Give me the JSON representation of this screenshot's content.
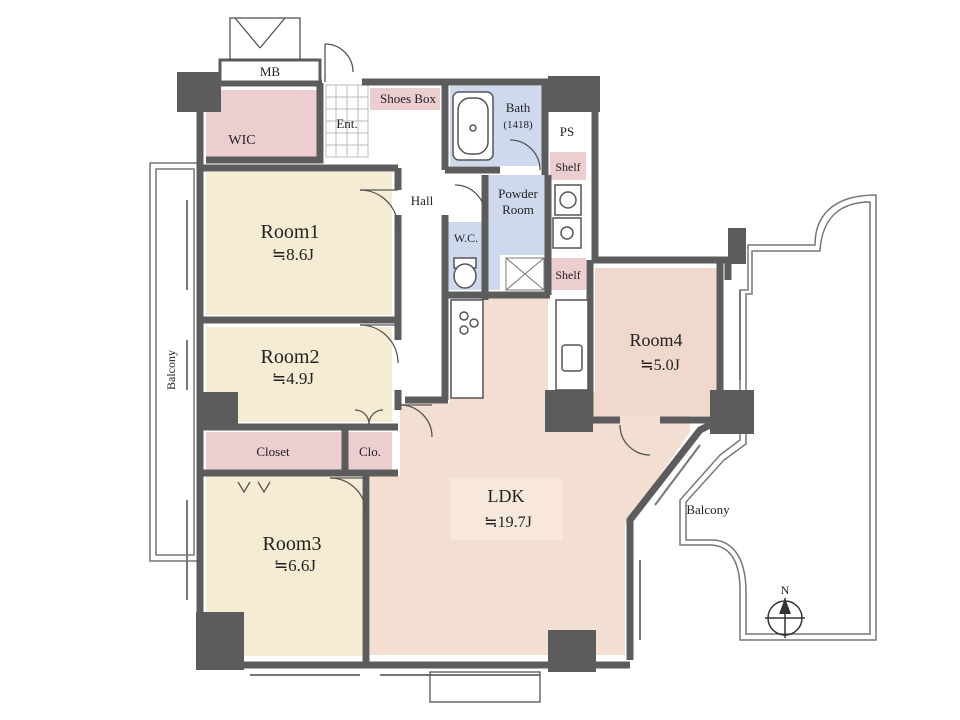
{
  "rooms": {
    "room1": {
      "name": "Room1",
      "size": "≒8.6J"
    },
    "room2": {
      "name": "Room2",
      "size": "≒4.9J"
    },
    "room3": {
      "name": "Room3",
      "size": "≒6.6J"
    },
    "room4": {
      "name": "Room4",
      "size": "≒5.0J"
    },
    "ldk": {
      "name": "LDK",
      "size": "≒19.7J"
    }
  },
  "labels": {
    "mb": "MB",
    "wic": "WIC",
    "ent": "Ent.",
    "shoes_box": "Shoes Box",
    "bath": "Bath",
    "bath_code": "(1418)",
    "ps": "PS",
    "shelf_upper": "Shelf",
    "shelf_lower": "Shelf",
    "powder_room_line1": "Powder",
    "powder_room_line2": "Room",
    "wc": "W.C.",
    "hall": "Hall",
    "closet": "Closet",
    "clo": "Clo.",
    "balcony_west": "Balcony",
    "balcony_east": "Balcony",
    "north": "N"
  },
  "colors": {
    "bedroom": "#f6ecd3",
    "ldk": "#f3dfd2",
    "room4": "#f0d9cc",
    "storage": "#eccdd0",
    "wet": "#cfd9ee",
    "wall": "#5c5c5c"
  }
}
